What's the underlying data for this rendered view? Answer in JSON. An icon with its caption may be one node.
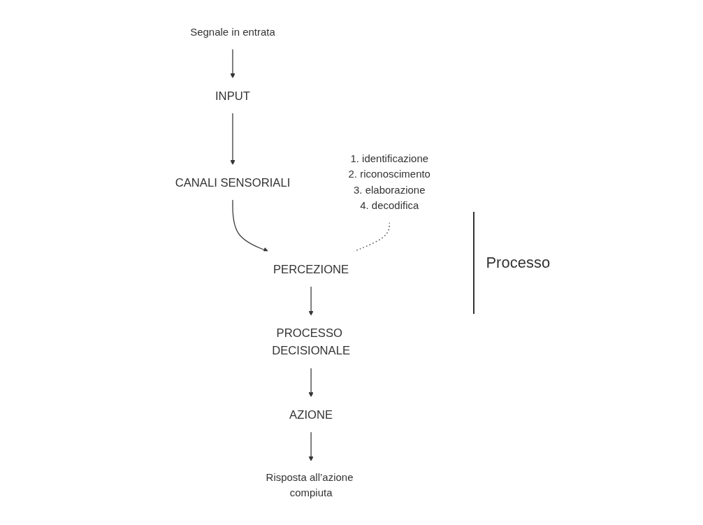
{
  "diagram": {
    "nodes": [
      {
        "text": [
          "INPUT"
        ]
      },
      {
        "text": [
          "Segnale in entrata"
        ]
      },
      {
        "text": [
          "CANALI SENSORIALI"
        ]
      },
      {
        "text": [
          "PERCEZIONE"
        ]
      },
      {
        "text": [
          "PROCESSO DECISIONALE"
        ]
      },
      {
        "text": [
          "AZIONE"
        ]
      },
      {
        "text": [
          "Risposta all’azione compiuta"
        ]
      },
      {
        "text": [
          "1. identificazione",
          "2. riconoscimento",
          "3. elaborazione",
          "4. decodifica"
        ]
      }
    ],
    "edges": [
      {
        "from": 1,
        "to": 0,
        "arrow": "to"
      },
      {
        "from": 0,
        "to": 2,
        "arrow": "to"
      },
      {
        "from": 2,
        "to": 3,
        "arrow": "to"
      },
      {
        "from": 3,
        "to": 4,
        "arrow": "to"
      },
      {
        "from": 4,
        "to": 5,
        "arrow": "to"
      },
      {
        "from": 5,
        "to": 6,
        "arrow": "to"
      },
      {
        "from": 7,
        "to": 3,
        "arrow": "none",
        "style": "dashed"
      }
    ],
    "labels": [
      "Processo"
    ]
  }
}
